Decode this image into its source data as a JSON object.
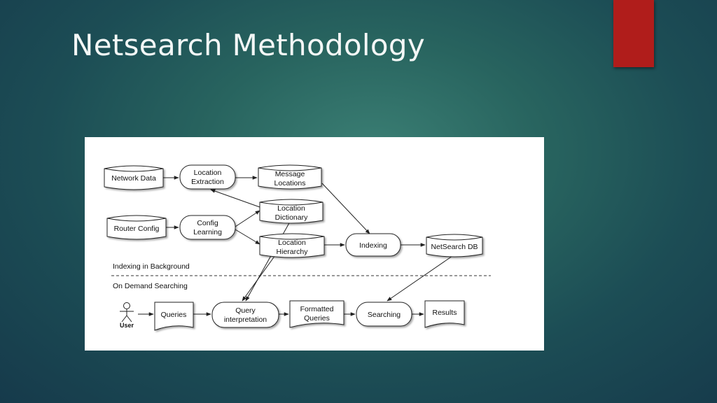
{
  "slide": {
    "title": "Netsearch Methodology",
    "accent_color": "#b01d1b"
  },
  "diagram": {
    "nodes": {
      "network_data": [
        "Network Data"
      ],
      "location_extraction": [
        "Location",
        "Extraction"
      ],
      "message_locations": [
        "Message",
        "Locations"
      ],
      "router_config": [
        "Router Config"
      ],
      "config_learning": [
        "Config",
        "Learning"
      ],
      "location_dictionary": [
        "Location",
        "Dictionary"
      ],
      "location_hierarchy": [
        "Location",
        "Hierarchy"
      ],
      "indexing": [
        "Indexing"
      ],
      "netsearch_db": [
        "NetSearch DB"
      ],
      "queries": [
        "Queries"
      ],
      "query_interpretation": [
        "Query",
        "interpretation"
      ],
      "formatted_queries": [
        "Formatted",
        "Queries"
      ],
      "searching": [
        "Searching"
      ],
      "results": [
        "Results"
      ],
      "user": [
        "User"
      ]
    },
    "sections": {
      "background": "Indexing in Background",
      "on_demand": "On Demand Searching"
    }
  }
}
